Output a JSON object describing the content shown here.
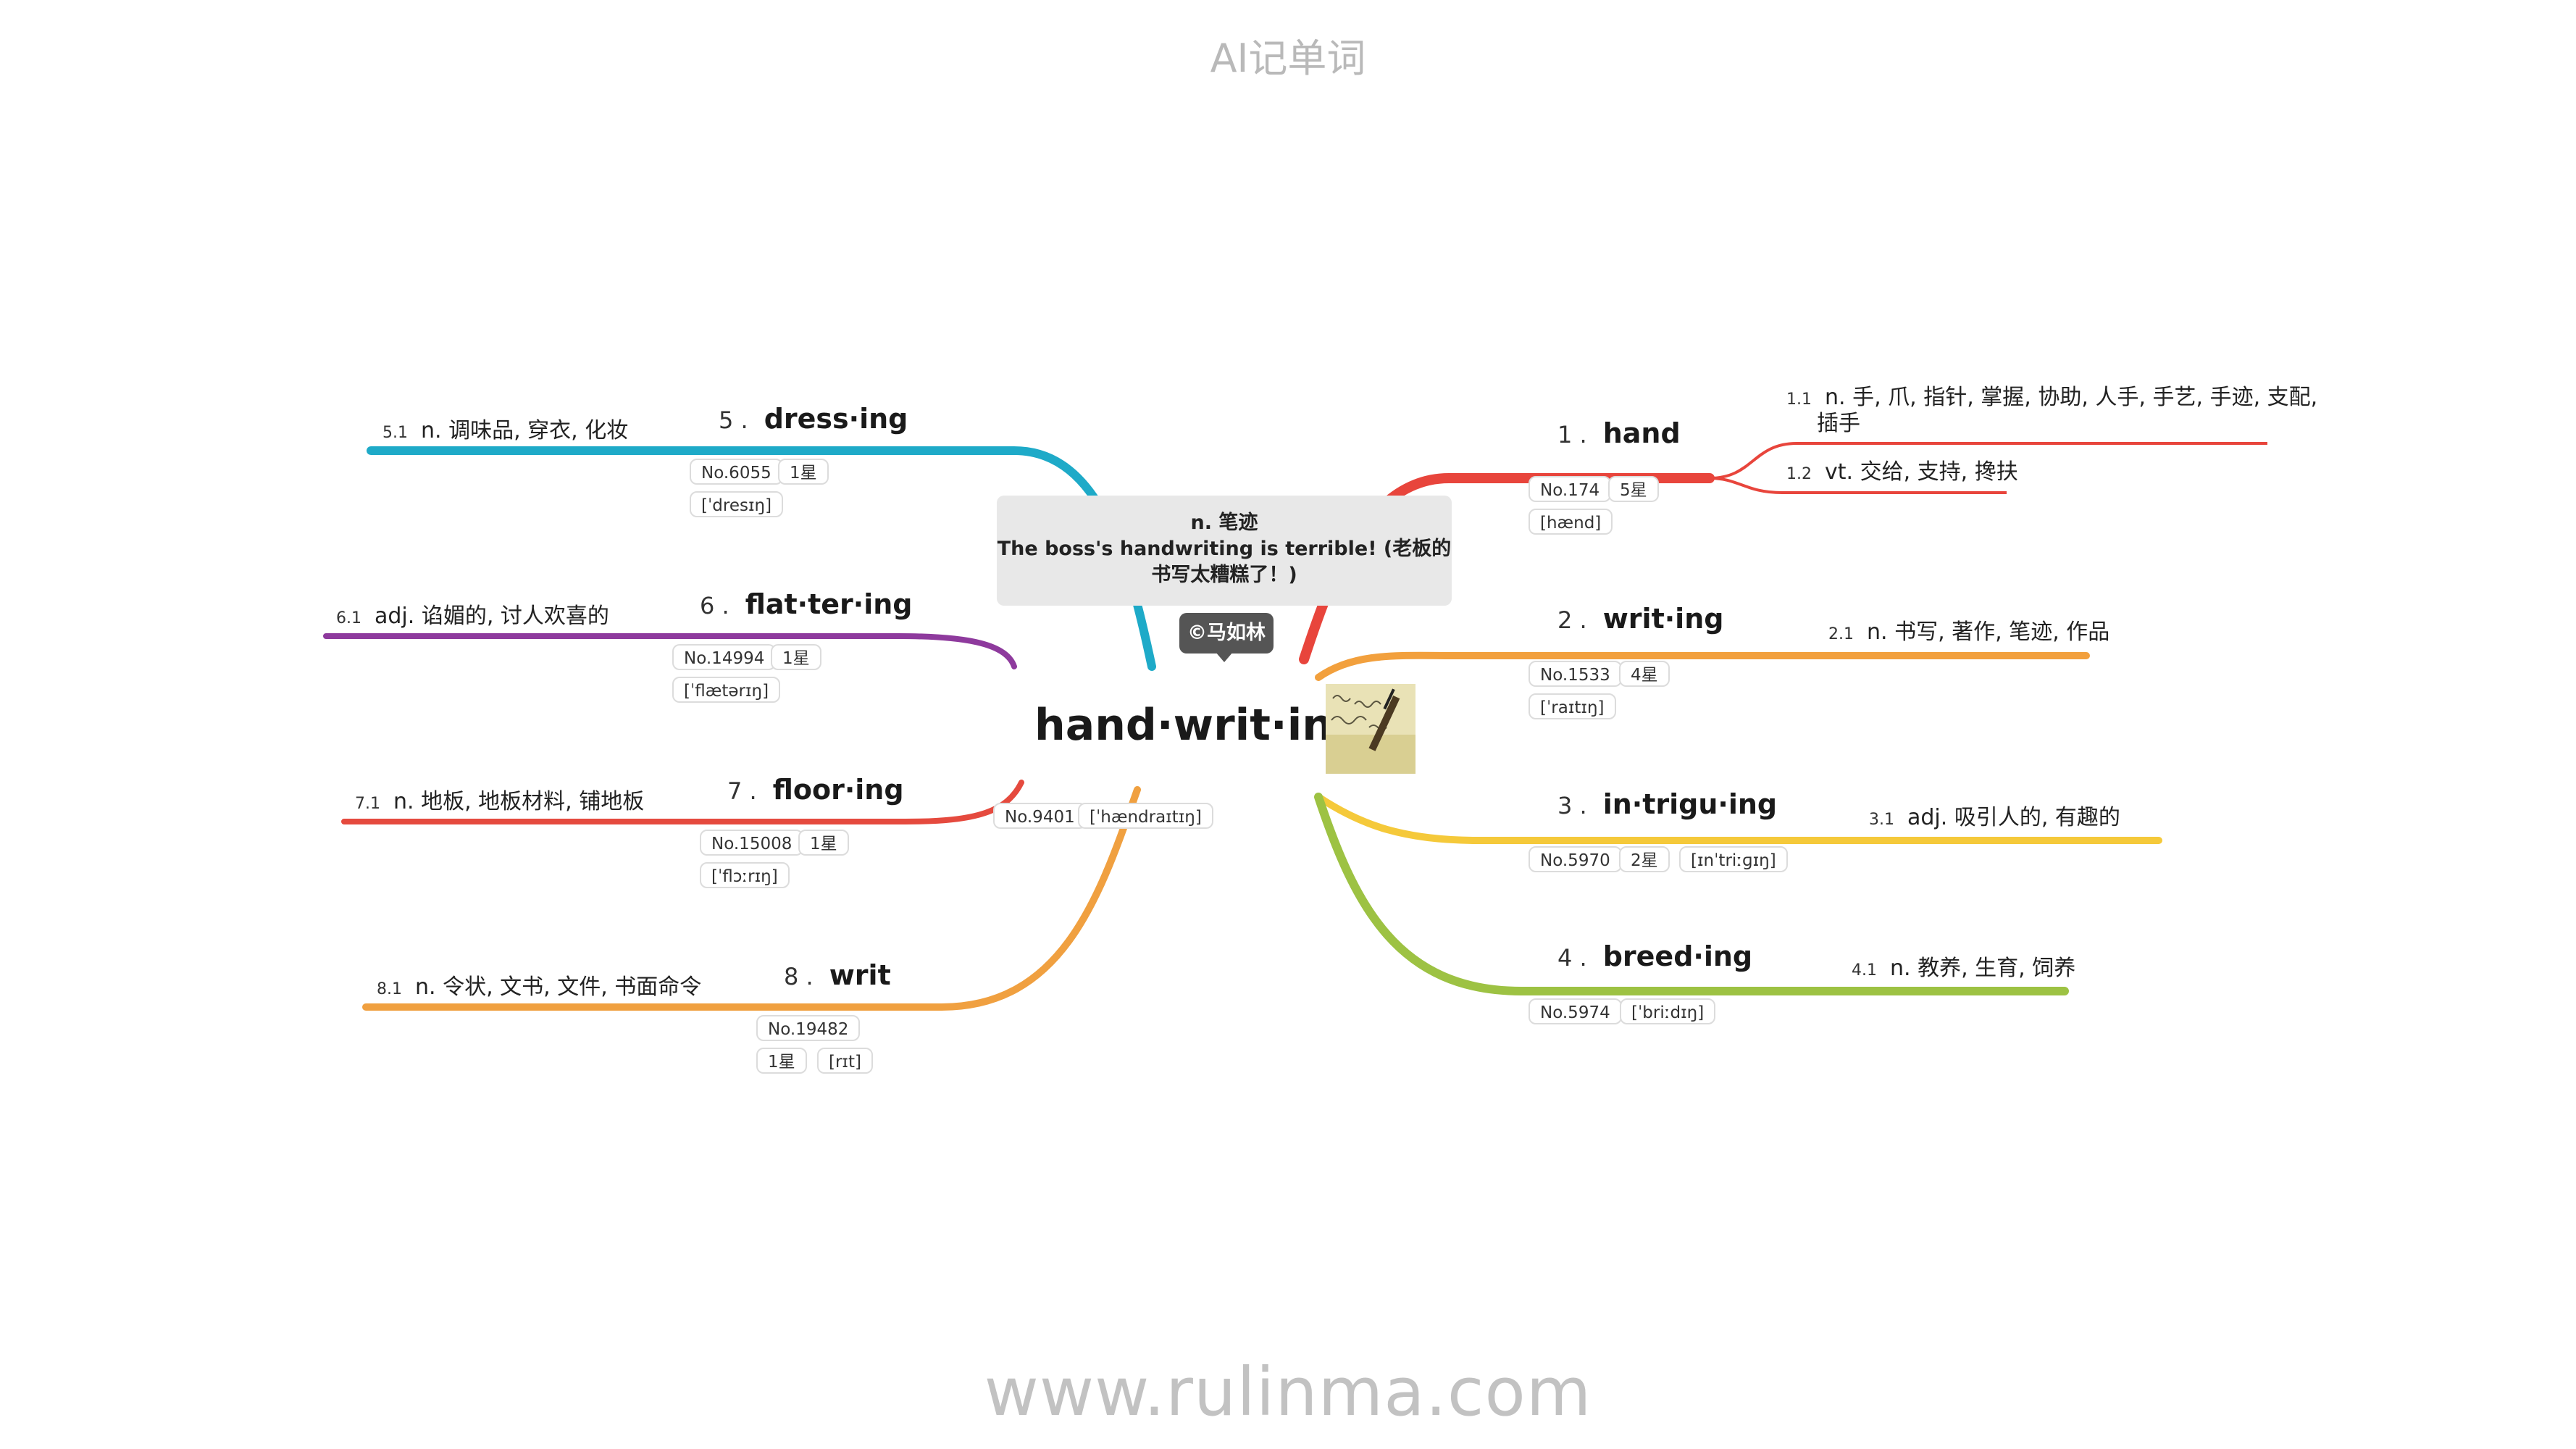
{
  "header": "AI记单词",
  "footer": "www.rulinma.com",
  "center": {
    "word": "hand·writ·ing",
    "no": "No.9401",
    "ipa": "[ˈhændraɪtɪŋ]",
    "definition": "n. 笔迹",
    "example_line1": "The boss's handwriting is terrible! (老板的",
    "example_line2": "书写太糟糕了！)",
    "copyright": "©马如林"
  },
  "branches": [
    {
      "num": "1 .",
      "word": "hand",
      "color": "#e8453c",
      "tags": [
        "No.174",
        "5星",
        "[hænd]"
      ],
      "defs": [
        {
          "num": "1.1",
          "line1": "n. 手, 爪, 指针, 掌握, 协助, 人手, 手艺, 手迹, 支配,",
          "line2": "插手"
        },
        {
          "num": "1.2",
          "line1": "vt. 交给, 支持, 搀扶"
        }
      ]
    },
    {
      "num": "2 .",
      "word": "writ·ing",
      "color": "#f2a03d",
      "tags": [
        "No.1533",
        "4星",
        "[ˈraɪtɪŋ]"
      ],
      "defs": [
        {
          "num": "2.1",
          "line1": "n. 书写, 著作, 笔迹, 作品"
        }
      ]
    },
    {
      "num": "3 .",
      "word": "in·trigu·ing",
      "color": "#f5c93a",
      "tags": [
        "No.5970",
        "2星",
        "[ɪnˈtriːɡɪŋ]"
      ],
      "defs": [
        {
          "num": "3.1",
          "line1": "adj. 吸引人的, 有趣的"
        }
      ]
    },
    {
      "num": "4 .",
      "word": "breed·ing",
      "color": "#9dc243",
      "tags": [
        "No.5974",
        "[ˈbriːdɪŋ]"
      ],
      "defs": [
        {
          "num": "4.1",
          "line1": "n. 教养, 生育, 饲养"
        }
      ]
    },
    {
      "num": "5 .",
      "word": "dress·ing",
      "color": "#1eaac8",
      "tags": [
        "No.6055",
        "1星",
        "[ˈdresɪŋ]"
      ],
      "defs": [
        {
          "num": "5.1",
          "line1": "n. 调味品, 穿衣, 化妆"
        }
      ]
    },
    {
      "num": "6 .",
      "word": "flat·ter·ing",
      "color": "#8e3a9d",
      "tags": [
        "No.14994",
        "1星",
        "[ˈflætərɪŋ]"
      ],
      "defs": [
        {
          "num": "6.1",
          "line1": "adj. 谄媚的, 讨人欢喜的"
        }
      ]
    },
    {
      "num": "7 .",
      "word": "floor·ing",
      "color": "#e54a3e",
      "tags": [
        "No.15008",
        "1星",
        "[ˈflɔːrɪŋ]"
      ],
      "defs": [
        {
          "num": "7.1",
          "line1": "n. 地板, 地板材料, 铺地板"
        }
      ]
    },
    {
      "num": "8 .",
      "word": "writ",
      "color": "#f0a040",
      "tags": [
        "No.19482",
        "1星",
        "[rɪt]"
      ],
      "defs": [
        {
          "num": "8.1",
          "line1": "n. 令状, 文书, 文件, 书面命令"
        }
      ]
    }
  ]
}
